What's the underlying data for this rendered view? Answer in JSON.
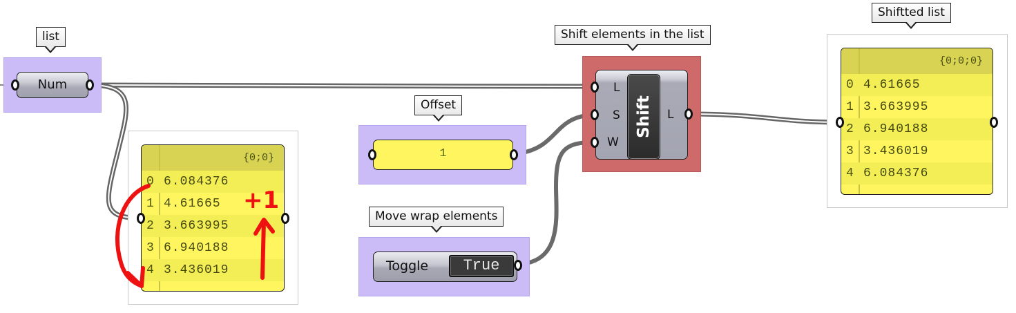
{
  "canvas": "Grasshopper definition canvas",
  "colors": {
    "wire": "#6a6a6a",
    "group_purple": "#cbbcf8",
    "group_red": "#cf6a6a",
    "panel_yellow": "#fff65f",
    "annotation_red": "#ee1111"
  },
  "nodes": {
    "num_param": {
      "tooltip": "list",
      "label": "Num"
    },
    "input_panel": {
      "path": "{0;0}",
      "items": [
        {
          "index": "0",
          "value": "6.084376"
        },
        {
          "index": "1",
          "value": "4.61665"
        },
        {
          "index": "2",
          "value": "3.663995"
        },
        {
          "index": "3",
          "value": "6.940188"
        },
        {
          "index": "4",
          "value": "3.436019"
        }
      ]
    },
    "offset_slider": {
      "tooltip": "Offset",
      "value": "1"
    },
    "wrap_toggle": {
      "tooltip": "Move wrap elements",
      "label": "Toggle",
      "value": "True"
    },
    "shift_component": {
      "tooltip": "Shift elements in the list",
      "name": "Shift",
      "inputs": [
        "L",
        "S",
        "W"
      ],
      "outputs": [
        "L"
      ]
    },
    "output_panel": {
      "tooltip": "Shiftted list",
      "path": "{0;0;0}",
      "items": [
        {
          "index": "0",
          "value": "4.61665"
        },
        {
          "index": "1",
          "value": "3.663995"
        },
        {
          "index": "2",
          "value": "6.940188"
        },
        {
          "index": "3",
          "value": "3.436019"
        },
        {
          "index": "4",
          "value": "6.084376"
        }
      ]
    }
  },
  "annotations": {
    "shift_note": "+1"
  }
}
